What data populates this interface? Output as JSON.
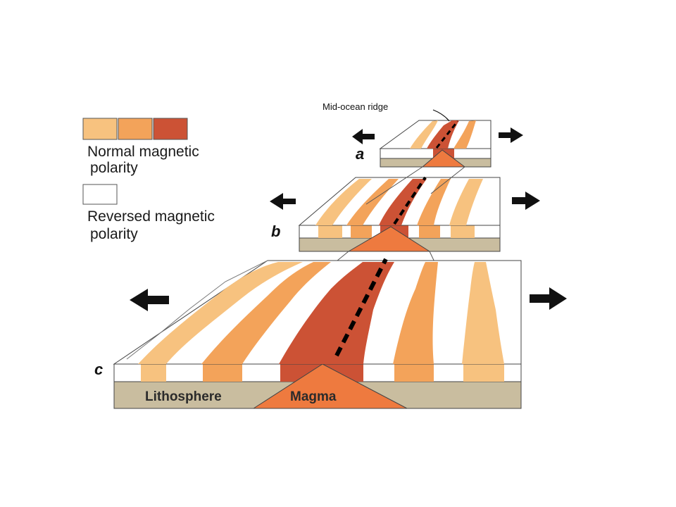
{
  "legend": {
    "normal_label_line1": "Normal magnetic",
    "normal_label_line2": "polarity",
    "reversed_label_line1": "Reversed magnetic",
    "reversed_label_line2": "polarity"
  },
  "labels": {
    "ridge": "Mid-ocean ridge",
    "panel_a": "a",
    "panel_b": "b",
    "panel_c": "c",
    "lithosphere": "Lithosphere",
    "magma": "Magma"
  },
  "colors": {
    "light_band": "#f7c27f",
    "medium_band": "#f3a35a",
    "dark_band": "#cc5235",
    "reversed": "#ffffff",
    "lithosphere": "#c9bd9f",
    "magma": "#ee7a3f",
    "outline": "#444444"
  }
}
